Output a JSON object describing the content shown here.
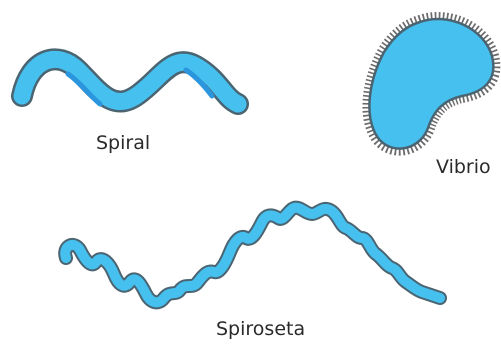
{
  "labels": {
    "spiral": "Spiral",
    "vibrio": "Vibrio",
    "spiroseta": "Spiroseta"
  },
  "colors": {
    "fill": "#45c0ef",
    "stroke": "#4a6472",
    "highlight": "#2b95dd",
    "flagella": "#6b6b6b",
    "text": "#2a2a2a",
    "background": "#ffffff"
  }
}
